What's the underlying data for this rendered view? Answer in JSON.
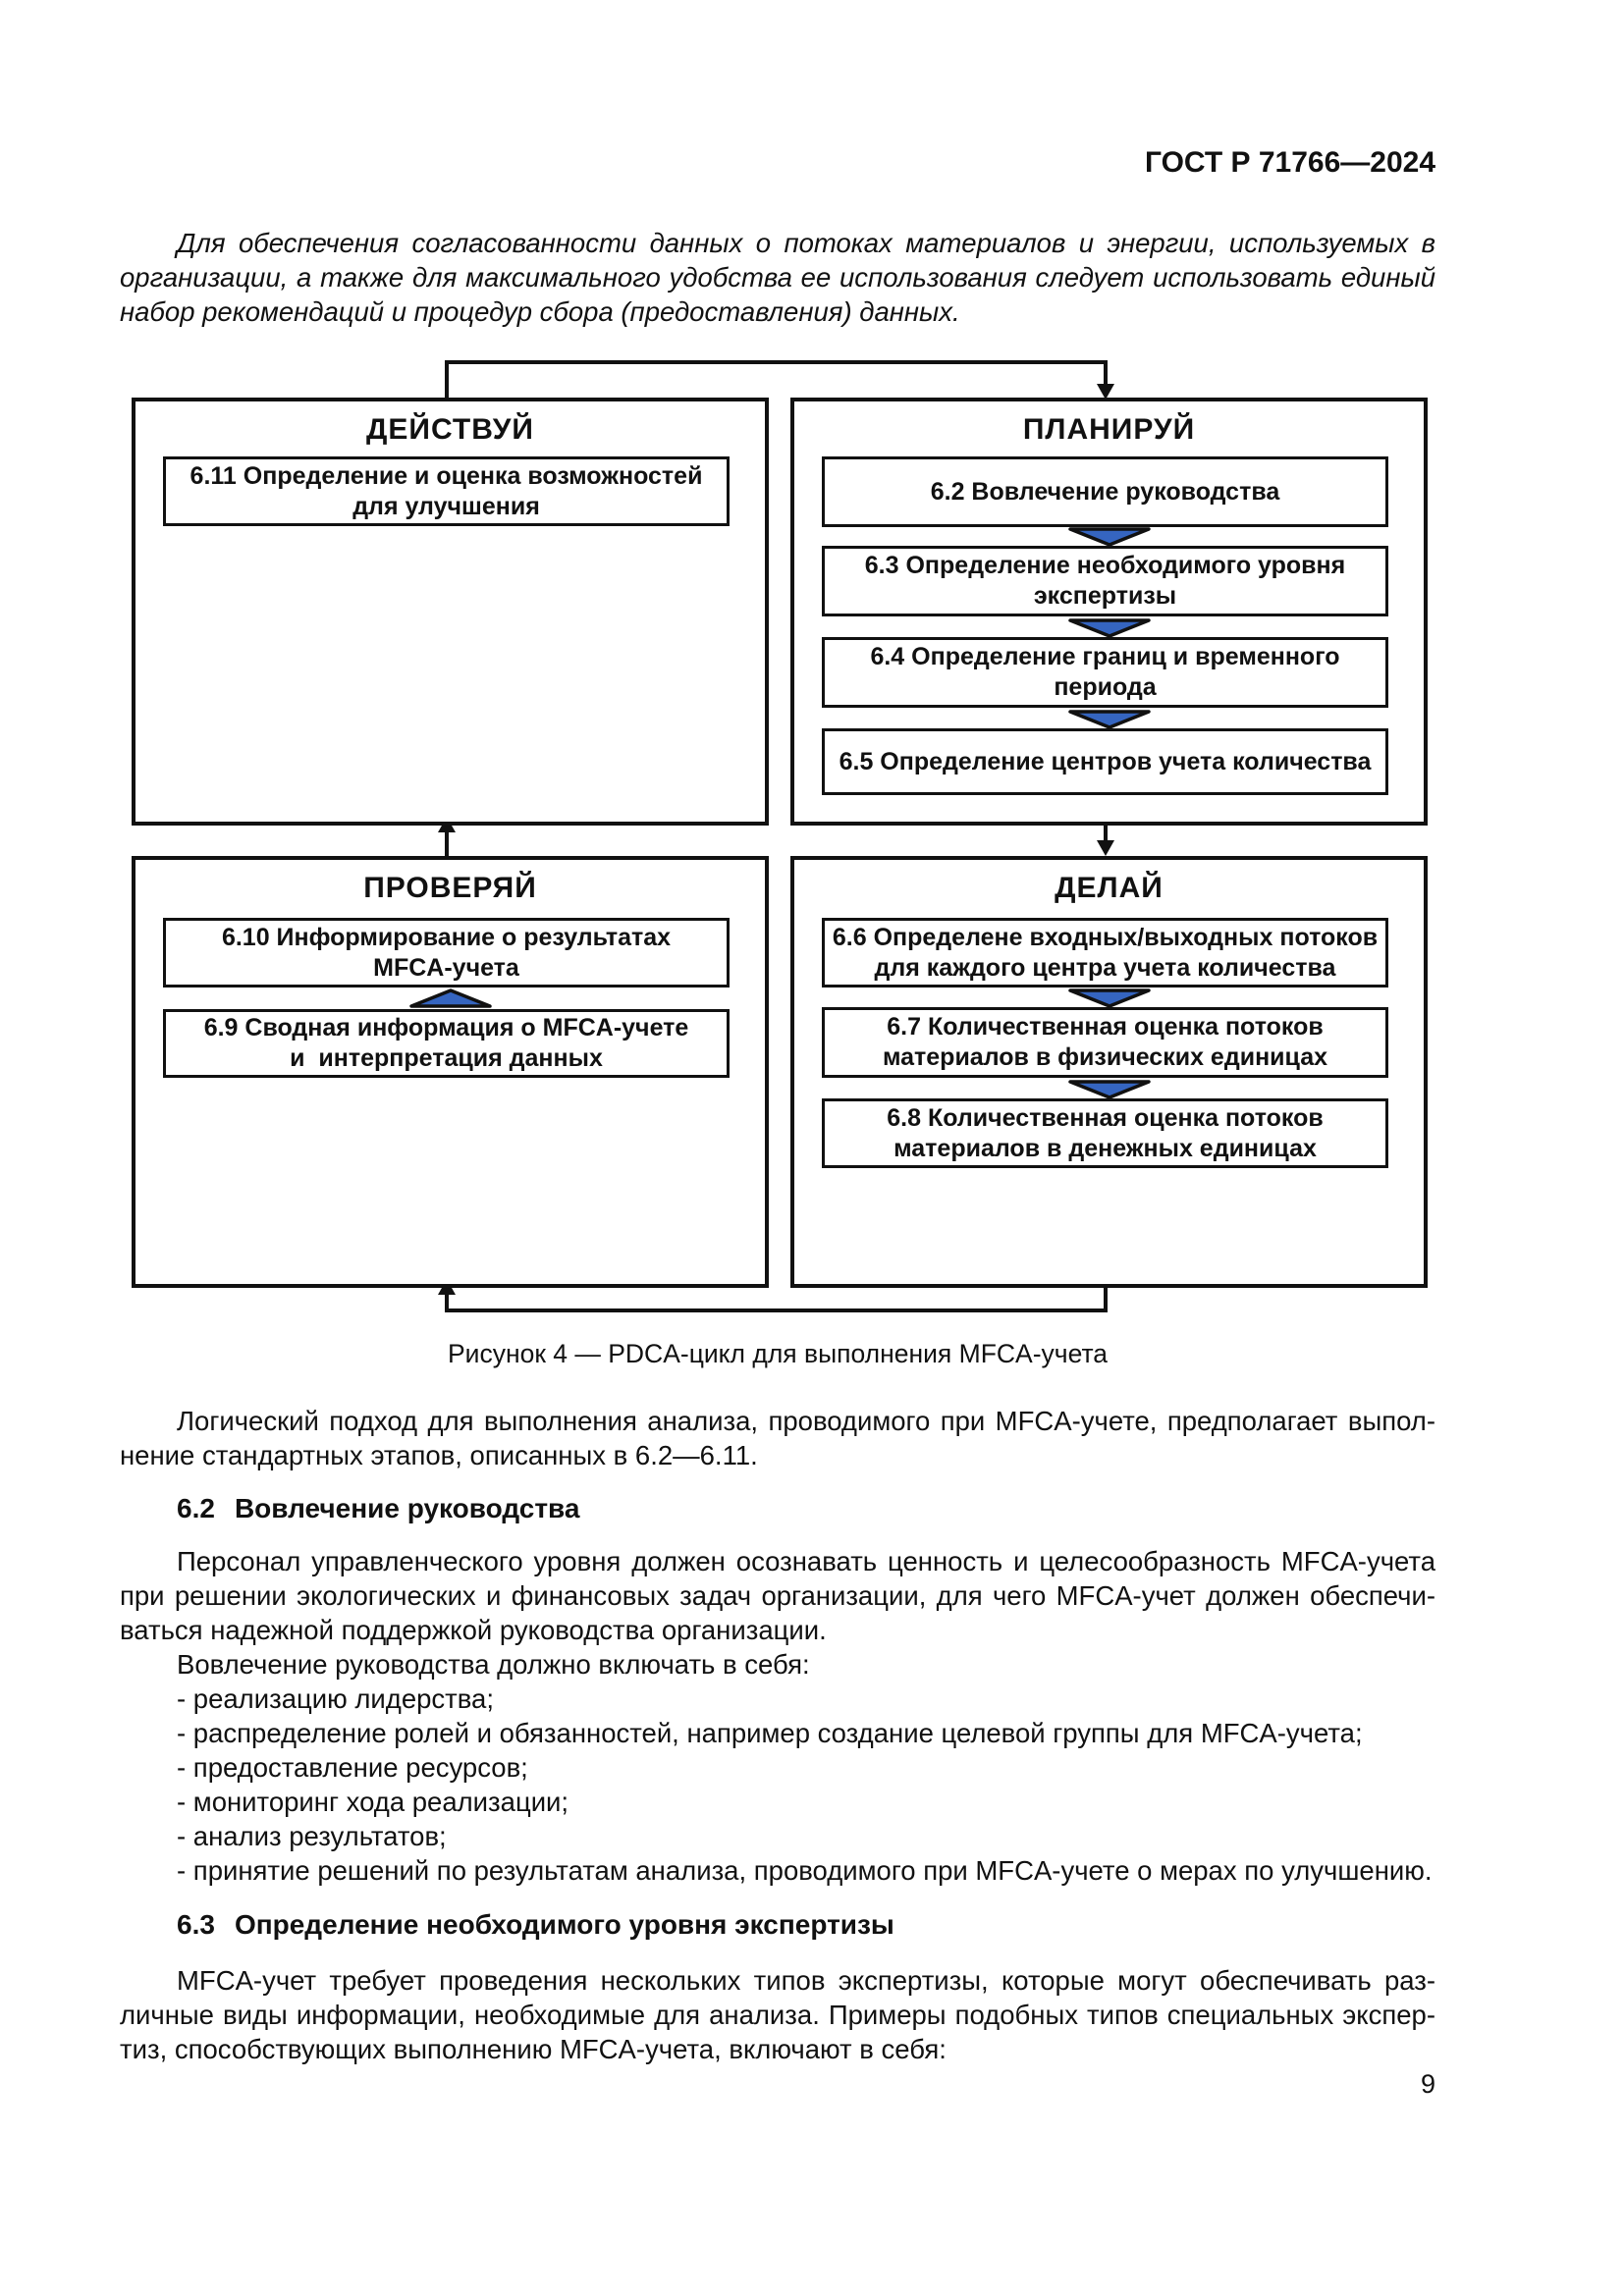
{
  "page": {
    "doc_number": "ГОСТ Р 71766—2024",
    "page_number": "9"
  },
  "intro": {
    "lines": [
      "Для обеспечения согласованности данных о потоках материалов и энергии, используемых в",
      "организации, а также для максимального удобства ее использования следует использовать единый",
      "набор рекомендаций и процедур сбора (предоставления) данных."
    ]
  },
  "figure": {
    "caption": "Рисунок 4 — PDCA-цикл для выполнения MFCA-учета",
    "arrow_fill": "#3565c0",
    "quadrants": {
      "act": {
        "title": "ДЕЙСТВУЙ",
        "steps": [
          {
            "lines": [
              "6.11 Определение и оценка возможностей",
              "для улучшения"
            ]
          }
        ]
      },
      "plan": {
        "title": "ПЛАНИРУЙ",
        "steps": [
          {
            "lines": [
              "6.2 Вовлечение руководства"
            ]
          },
          {
            "lines": [
              "6.3 Определение необходимого уровня",
              "экспертизы"
            ]
          },
          {
            "lines": [
              "6.4 Определение границ и временного",
              "периода"
            ]
          },
          {
            "lines": [
              "6.5 Определение центров учета количества"
            ]
          }
        ]
      },
      "check": {
        "title": "ПРОВЕРЯЙ",
        "steps": [
          {
            "lines": [
              "6.10 Информирование о результатах",
              "MFCA-учета"
            ]
          },
          {
            "lines": [
              "6.9 Сводная информация о MFCA-учете",
              "и  интерпретация данных"
            ]
          }
        ]
      },
      "do": {
        "title": "ДЕЛАЙ",
        "steps": [
          {
            "lines": [
              "6.6 Определене входных/выходных потоков",
              "для каждого центра учета количества"
            ]
          },
          {
            "lines": [
              "6.7 Количественная оценка потоков",
              "материалов в физических единицах"
            ]
          },
          {
            "lines": [
              "6.8 Количественная оценка потоков",
              "материалов в денежных единицах"
            ]
          }
        ]
      }
    }
  },
  "body": {
    "para_after_figure": {
      "lines": [
        "Логический подход для выполнения анализа, проводимого при MFCA-учете, предполагает выпол-",
        "нение стандартных этапов, описанных в 6.2—6.11."
      ]
    },
    "heading_6_2": {
      "num": "6.2",
      "text": "Вовлечение руководства"
    },
    "para_6_2": {
      "lines": [
        "Персонал управленческого уровня должен осознавать ценность и целесообразность MFCA-учета",
        "при решении экологических и финансовых задач организации, для чего MFCA-учет должен обеспечи-",
        "ваться надежной поддержкой руководства организации."
      ]
    },
    "para_6_2_intro": "Вовлечение руководства должно включать в себя:",
    "list_6_2": [
      "- реализацию лидерства;",
      "- распределение ролей и обязанностей, например создание целевой группы для MFCA-учета;",
      "- предоставление ресурсов;",
      "- мониторинг хода реализации;",
      "- анализ результатов;",
      "- принятие решений по результатам анализа, проводимого при MFCA-учете о мерах по улучшению."
    ],
    "heading_6_3": {
      "num": "6.3",
      "text": "Определение необходимого уровня экспертизы"
    },
    "para_6_3": {
      "lines": [
        "MFCA-учет требует проведения нескольких типов экспертизы, которые могут обеспечивать раз-",
        "личные виды информации, необходимые для анализа. Примеры подобных типов специальных экспер-",
        "тиз, способствующих выполнению MFCA-учета, включают в себя:"
      ]
    }
  }
}
